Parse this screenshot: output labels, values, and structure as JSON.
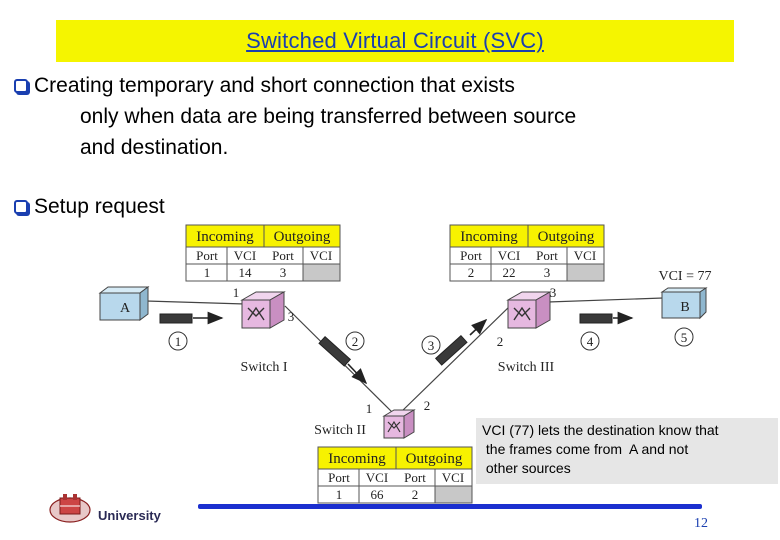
{
  "title": "Switched Virtual Circuit (SVC)",
  "bullets": {
    "b1_line1": "Creating temporary and short connection that exists",
    "b1_line2": "only when data are being transferred between source",
    "b1_line3": "and destination.",
    "b2": "Setup request"
  },
  "tables": {
    "header_incoming": "Incoming",
    "header_outgoing": "Outgoing",
    "col_port": "Port",
    "col_vci": "VCI",
    "switch1_row": [
      "1",
      "14",
      "3",
      ""
    ],
    "switch3_row": [
      "2",
      "22",
      "3",
      ""
    ],
    "switch2_row": [
      "1",
      "66",
      "2",
      ""
    ]
  },
  "diagram": {
    "host_a": "A",
    "host_b": "B",
    "switch1_label": "Switch I",
    "switch2_label": "Switch II",
    "switch3_label": "Switch III",
    "vci_label": "VCI = 77",
    "steps": [
      "1",
      "2",
      "3",
      "4",
      "5"
    ],
    "ports": {
      "s1_in": "1",
      "s1_out": "3",
      "s3_in": "2",
      "s3_out": "3",
      "s2_in": "1",
      "s2_out": "2"
    },
    "colors": {
      "table_header_bg": "#f7f200",
      "table_blank_cell": "#c8c8c8",
      "switch_fill": "#e6b8e0",
      "host_fill": "#b8d8ec",
      "frame_fill": "#3a3a3a"
    }
  },
  "note": {
    "line1": "VCI (77) lets the destination know that",
    "line2": " the frames come from  A and not",
    "line3": " other sources"
  },
  "footer": {
    "institution": "University",
    "page": "12"
  }
}
